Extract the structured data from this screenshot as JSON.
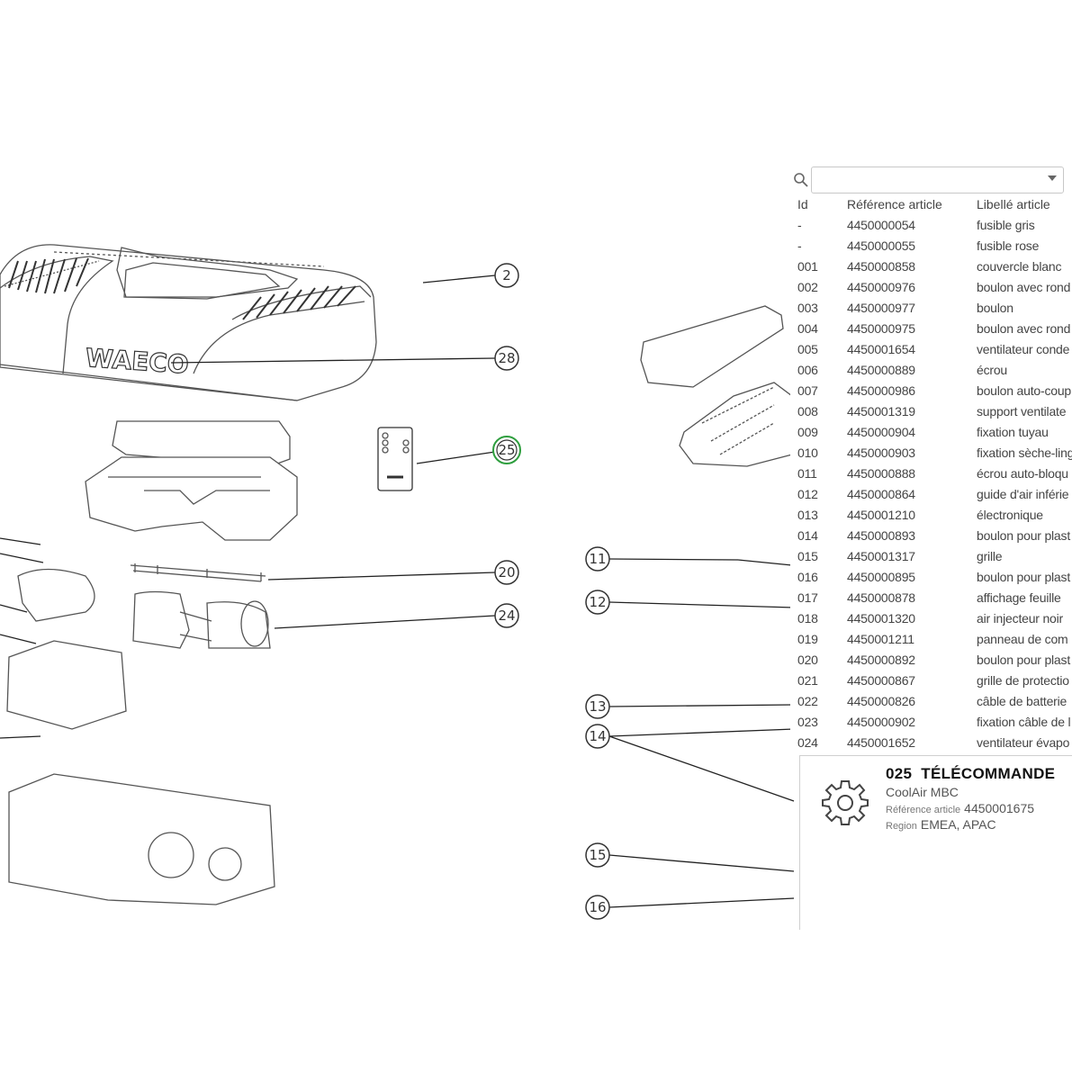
{
  "diagram": {
    "brand_text": "WAECO",
    "callouts": [
      {
        "id": "c2",
        "label": "2"
      },
      {
        "id": "c28",
        "label": "28"
      },
      {
        "id": "c25",
        "label": "25",
        "active": true
      },
      {
        "id": "c20",
        "label": "20"
      },
      {
        "id": "c24",
        "label": "24"
      },
      {
        "id": "c11",
        "label": "11"
      },
      {
        "id": "c12",
        "label": "12"
      },
      {
        "id": "c13",
        "label": "13"
      },
      {
        "id": "c14",
        "label": "14"
      },
      {
        "id": "c15",
        "label": "15"
      },
      {
        "id": "c16",
        "label": "16"
      }
    ]
  },
  "search": {
    "value": "",
    "icon": "search-icon"
  },
  "table": {
    "headers": {
      "id": "Id",
      "ref": "Référence article",
      "name": "Libellé article"
    },
    "rows": [
      {
        "id": "-",
        "ref": "4450000054",
        "name": "fusible gris"
      },
      {
        "id": "-",
        "ref": "4450000055",
        "name": "fusible rose"
      },
      {
        "id": "001",
        "ref": "4450000858",
        "name": "couvercle blanc"
      },
      {
        "id": "002",
        "ref": "4450000976",
        "name": "boulon avec rond"
      },
      {
        "id": "003",
        "ref": "4450000977",
        "name": "boulon"
      },
      {
        "id": "004",
        "ref": "4450000975",
        "name": "boulon avec rond"
      },
      {
        "id": "005",
        "ref": "4450001654",
        "name": "ventilateur conde"
      },
      {
        "id": "006",
        "ref": "4450000889",
        "name": "écrou"
      },
      {
        "id": "007",
        "ref": "4450000986",
        "name": "boulon auto-coup"
      },
      {
        "id": "008",
        "ref": "4450001319",
        "name": "support ventilate"
      },
      {
        "id": "009",
        "ref": "4450000904",
        "name": "fixation tuyau"
      },
      {
        "id": "010",
        "ref": "4450000903",
        "name": "fixation sèche-ling"
      },
      {
        "id": "011",
        "ref": "4450000888",
        "name": "écrou auto-bloqu"
      },
      {
        "id": "012",
        "ref": "4450000864",
        "name": "guide d'air inférie"
      },
      {
        "id": "013",
        "ref": "4450001210",
        "name": "électronique"
      },
      {
        "id": "014",
        "ref": "4450000893",
        "name": "boulon pour plast"
      },
      {
        "id": "015",
        "ref": "4450001317",
        "name": "grille"
      },
      {
        "id": "016",
        "ref": "4450000895",
        "name": "boulon pour plast"
      },
      {
        "id": "017",
        "ref": "4450000878",
        "name": "affichage feuille"
      },
      {
        "id": "018",
        "ref": "4450001320",
        "name": "air injecteur noir"
      },
      {
        "id": "019",
        "ref": "4450001211",
        "name": "panneau de com"
      },
      {
        "id": "020",
        "ref": "4450000892",
        "name": "boulon pour plast"
      },
      {
        "id": "021",
        "ref": "4450000867",
        "name": "grille de protectio"
      },
      {
        "id": "022",
        "ref": "4450000826",
        "name": "câble de batterie"
      },
      {
        "id": "023",
        "ref": "4450000902",
        "name": "fixation câble de l"
      },
      {
        "id": "024",
        "ref": "4450001652",
        "name": "ventilateur évapo"
      }
    ]
  },
  "detail": {
    "icon": "gear-icon",
    "number": "025",
    "title": "TÉLÉCOMMANDE",
    "model": "CoolAir MBC",
    "ref_label": "Référence article",
    "ref_value": "4450001675",
    "region_label": "Region",
    "region_value": "EMEA, APAC"
  },
  "colors": {
    "active_callout": "#2e9e3e",
    "line": "#333333",
    "border": "#cfcfcf"
  }
}
